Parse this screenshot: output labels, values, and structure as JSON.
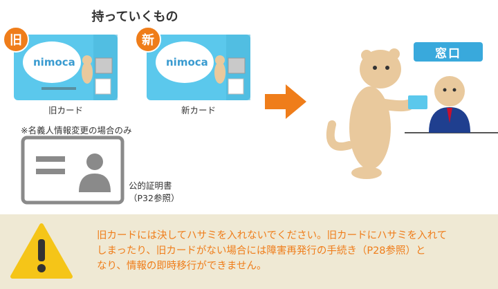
{
  "heading": "持っていくもの",
  "cards": {
    "old": {
      "badge": "旧",
      "logo": "nimoca",
      "caption": "旧カード"
    },
    "new": {
      "badge": "新",
      "logo": "nimoca",
      "caption": "新カード"
    }
  },
  "note": "※名義人情報変更の場合のみ",
  "document": {
    "label_line1": "公的証明書",
    "label_line2": "（P32参照）"
  },
  "counter_sign": "窓口",
  "warning": {
    "line1": "旧カードには決してハサミを入れないでください。旧カードにハサミを入れて",
    "line2": "しまったり、旧カードがない場合には障害再発行の手続き（P28参照）と",
    "line3": "なり、情報の即時移行ができません。"
  },
  "colors": {
    "accent_orange": "#ef7d1a",
    "card_blue": "#5bc8ec",
    "sign_blue": "#39a9dc",
    "warning_band": "#efe9d4",
    "mascot": "#e9c99d"
  }
}
